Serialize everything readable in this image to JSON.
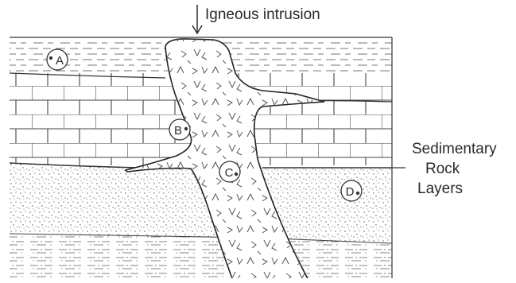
{
  "diagram": {
    "intrusion_label": "Igneous intrusion",
    "side_label_lines": [
      "Sedimentary",
      "Rock",
      "Layers"
    ],
    "points": [
      {
        "id": "A",
        "letter": "A"
      },
      {
        "id": "B",
        "letter": "B"
      },
      {
        "id": "C",
        "letter": "C"
      },
      {
        "id": "D",
        "letter": "D"
      }
    ]
  }
}
